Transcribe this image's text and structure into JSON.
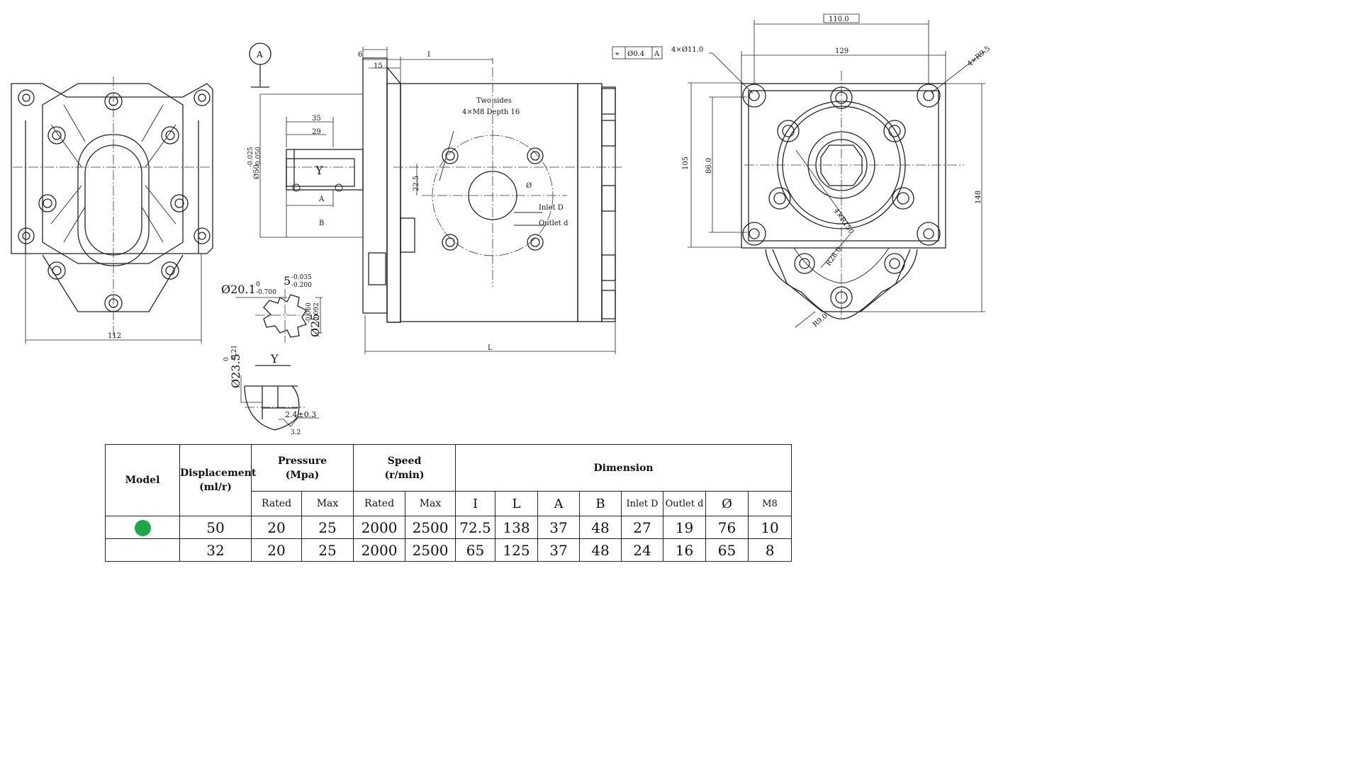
{
  "drawing": {
    "datum_label": "A",
    "front_width_dim": "112",
    "side": {
      "dim_6": "6",
      "dim_15": "15",
      "dim_I": "I",
      "two_sides": "Two sides",
      "thread_note": "4×M8  Depth 16",
      "dim_22_5": "22.5",
      "dim_phi": "Ø",
      "inlet": "Inlet D",
      "outlet": "Outlet d",
      "dim_L": "L",
      "shaft_35": "35",
      "shaft_29": "29",
      "shaft_A": "A",
      "shaft_B": "B",
      "shaft_Y": "Y",
      "shaft_dia": "Ø50",
      "shaft_dia_tol_up": "-0.025",
      "shaft_dia_tol_lo": "-0.050"
    },
    "spline": {
      "d_main": "Ø20.1",
      "d_main_tol_up": "0",
      "d_main_tol_lo": "-0.700",
      "key": "5",
      "key_tol_up": "-0.035",
      "key_tol_lo": "-0.200",
      "d_outer": "Ø25",
      "d_outer_tol_up": "-0.060",
      "d_outer_tol_lo": "-0.092"
    },
    "section_y": {
      "label": "Y",
      "dia": "Ø23.5",
      "dia_tol_up": "0",
      "dia_tol_lo": "-0.21",
      "depth": "2.4±0.3",
      "rough": "3.2"
    },
    "rear": {
      "dim_110": "110.0",
      "dim_129": "129",
      "tol_symbol": "⌖",
      "tol_value": "Ø0.4",
      "tol_ref": "A",
      "holes": "4×Ø11.0",
      "corner_r": "4×R9.5",
      "dim_105": "105",
      "dim_86": "86.0",
      "dim_148": "148",
      "r150": "4×R150",
      "r28": "R28.0",
      "r9": "R9.0"
    }
  },
  "table": {
    "headers": {
      "model": "Model",
      "displacement": "Displacement",
      "displacement_unit": "(ml/r)",
      "pressure": "Pressure",
      "pressure_unit": "(Mpa)",
      "speed": "Speed",
      "speed_unit": "(r/min)",
      "dimension": "Dimension",
      "rated": "Rated",
      "max": "Max",
      "speed_rated": "Rated",
      "speed_max": "Max"
    },
    "dim_labels": [
      "I",
      "L",
      "A",
      "B",
      "Inlet D",
      "Outlet d",
      "Ø",
      "M8"
    ],
    "rows": [
      {
        "indicator_color": "#1fa84a",
        "displacement": "50",
        "pressure_rated": "20",
        "pressure_max": "25",
        "speed_rated": "2000",
        "speed_max": "2500",
        "dims": [
          "72.5",
          "138",
          "37",
          "48",
          "27",
          "19",
          "76",
          "10"
        ]
      },
      {
        "indicator_color": "",
        "displacement": "32",
        "pressure_rated": "20",
        "pressure_max": "25",
        "speed_rated": "2000",
        "speed_max": "2500",
        "dims": [
          "65",
          "125",
          "37",
          "48",
          "24",
          "16",
          "65",
          "8"
        ]
      }
    ]
  }
}
